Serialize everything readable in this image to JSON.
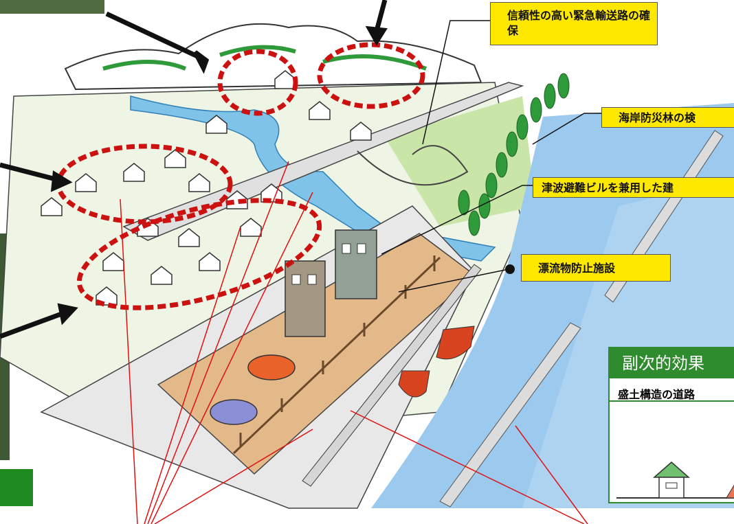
{
  "callouts": {
    "emergency_route": "信頼性の高い緊急輸送路の確保",
    "coastal_forest": "海岸防災林の検",
    "evacuation_building": "津波避難ビルを兼用した建",
    "debris_facility": "漂流物防止施設"
  },
  "side_panel": {
    "title": "副次的効果",
    "subtitle": "盛土構造の道路"
  },
  "colors": {
    "callout_fill": "#ffe800",
    "panel_green": "#2e8b2e",
    "sea": "#9cc9ee",
    "land_green": "#c9e6a8",
    "road": "#e0e0e0",
    "sand": "#e3b98a",
    "circle_red": "#cc1111"
  }
}
